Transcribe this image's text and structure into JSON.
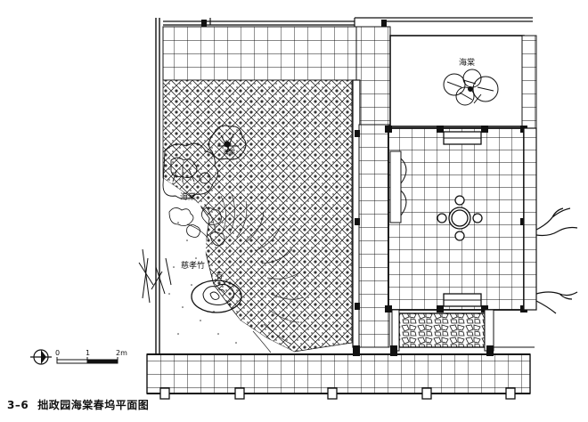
{
  "figure": {
    "number": "3–6",
    "title": "拙政园海棠春坞平面图"
  },
  "labels": {
    "haitang_top_right": "海棠",
    "haitang_left": "海棠",
    "haitang_small": "海棠",
    "cixiaozhu": "慈孝竹",
    "rock": "石"
  },
  "scale_bar": {
    "ticks": [
      "0",
      "1",
      "2m"
    ]
  },
  "icons": {
    "north": "north-arrow-icon"
  }
}
